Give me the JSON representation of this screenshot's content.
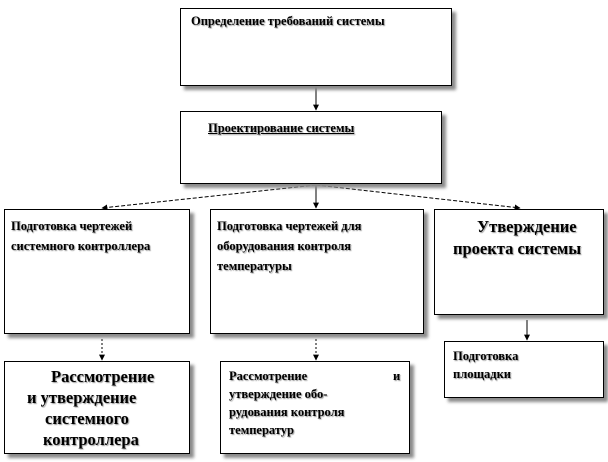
{
  "diagram": {
    "nodes": {
      "requirements": "Определение требований системы",
      "design": "Проектирование системы",
      "controller_drawings": "Подготовка чертежей системного контроллера",
      "temperature_drawings": "Подготовка чертежей для оборудования контроля температуры",
      "approval": "Утверждение проекта системы",
      "controller_review": "Рассмотрение и утверждение системного контроллера",
      "temperature_review": "Рассмотрение и утверждение обо-рудования контроля температур",
      "site_preparation": "Подготовка площадки"
    },
    "node_lines": {
      "requirements": [
        "Определение требований системы"
      ],
      "design": [
        "Проектирование системы"
      ],
      "controller_drawings": [
        "Подготовка чертежей",
        "системного контроллера"
      ],
      "temperature_drawings": [
        "Подготовка чертежей для",
        "оборудования контроля",
        "температуры"
      ],
      "approval": [
        "Утверждение",
        "проекта системы"
      ],
      "controller_review": [
        "Рассмотрение",
        "и утверждение",
        "системного",
        "контроллера"
      ],
      "temperature_review_first": [
        "Рассмотрение",
        "и"
      ],
      "temperature_review": [
        "утверждение обо-",
        "рудования контроля",
        "температур"
      ],
      "site_preparation": [
        "Подготовка",
        "площадки"
      ]
    },
    "edges": [
      {
        "from": "requirements",
        "to": "design",
        "style": "solid"
      },
      {
        "from": "design",
        "to": "controller_drawings",
        "style": "dashed"
      },
      {
        "from": "design",
        "to": "temperature_drawings",
        "style": "solid"
      },
      {
        "from": "design",
        "to": "approval",
        "style": "dashed"
      },
      {
        "from": "controller_drawings",
        "to": "controller_review",
        "style": "dotted"
      },
      {
        "from": "temperature_drawings",
        "to": "temperature_review",
        "style": "dotted"
      },
      {
        "from": "approval",
        "to": "site_preparation",
        "style": "solid"
      }
    ]
  }
}
